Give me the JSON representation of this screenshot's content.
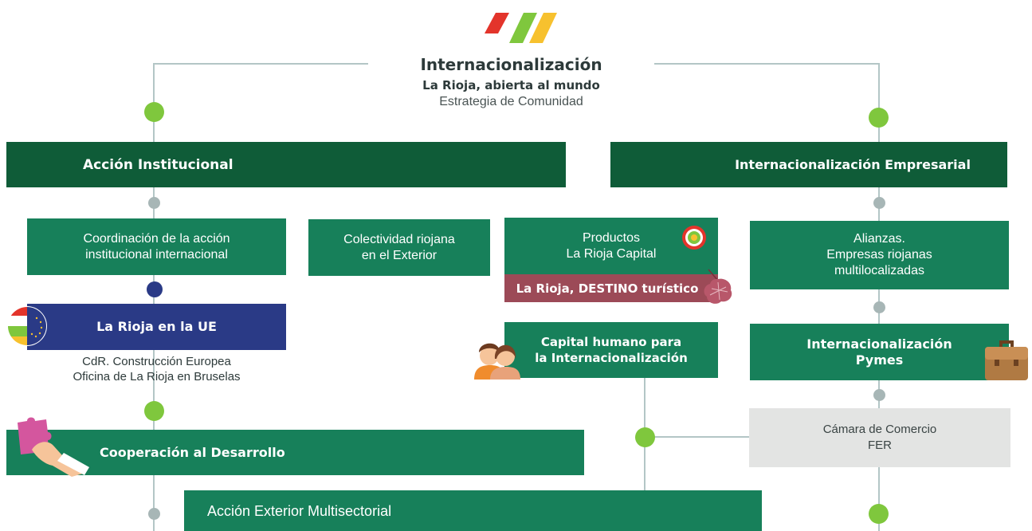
{
  "header": {
    "title": "Internacionalización",
    "subtitle": "La Rioja, abierta al mundo",
    "tagline": "Estrategia de Comunidad"
  },
  "sections": {
    "accion_institucional": "Acción Institucional",
    "internacionalizacion_empresarial": "Internacionalización Empresarial",
    "coordinacion": "Coordinación de la acción\ninstitucional internacional",
    "colectividad": "Colectividad riojana\nen el Exterior",
    "productos": "Productos\nLa Rioja Capital",
    "destino": "La Rioja, DESTINO turístico",
    "alianzas": "Alianzas.\nEmpresas riojanas\nmultilocalizadas",
    "rioja_ue": "La Rioja en la UE",
    "cdr": "CdR. Construcción Europea\nOficina de La Rioja en Bruselas",
    "capital_humano": "Capital humano para\nla Internacionalización",
    "pymes": "Internacionalización\nPymes",
    "camara": "Cámara de Comercio\nFER",
    "cooperacion": "Cooperación al Desarrollo",
    "accion_exterior": "Acción Exterior Multisectorial"
  },
  "colors": {
    "dark_green": "#0f5c38",
    "medium_green": "#17805a",
    "eu_blue": "#2a3a86",
    "tourism_red": "#9c4a57",
    "grey_box": "#e3e4e3",
    "accent_green": "#7fc73d",
    "logo_red": "#e3342b",
    "logo_yellow": "#f7c12e"
  },
  "icons": [
    "rioja-logo-icon",
    "rioja-eu-flag-icon",
    "capital-target-icon",
    "wine-leaf-icon",
    "people-icon",
    "briefcase-icon",
    "puzzle-hand-icon"
  ]
}
